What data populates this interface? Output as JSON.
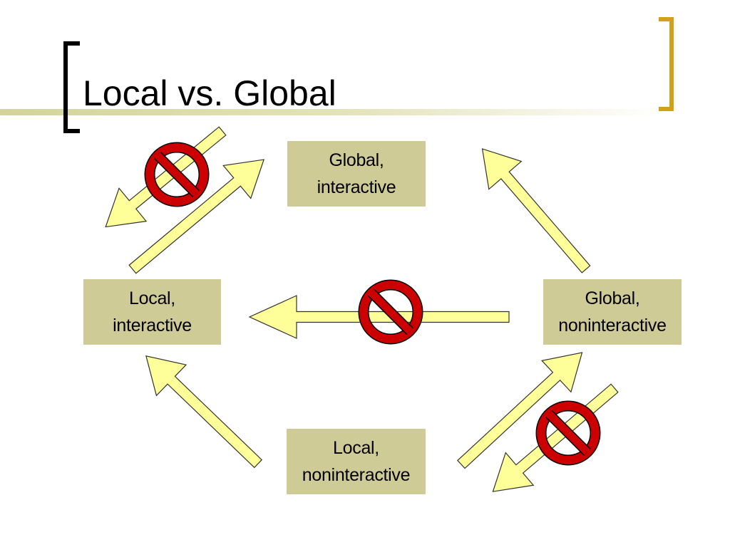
{
  "slide": {
    "title": "Local vs. Global"
  },
  "nodes": {
    "global_interactive": {
      "line1": "Global,",
      "line2": "interactive"
    },
    "local_interactive": {
      "line1": "Local,",
      "line2": "interactive"
    },
    "global_noninteractive": {
      "line1": "Global,",
      "line2": "noninteractive"
    },
    "local_noninteractive": {
      "line1": "Local,",
      "line2": "noninteractive"
    }
  },
  "colors": {
    "arrow_fill": "#ffff99",
    "arrow_stroke": "#333333",
    "node_fill": "#cfcb96",
    "prohibited_red": "#cc0000",
    "accent_line": "#d3d39a",
    "bracket_gold": "#d4a017"
  },
  "icons": {
    "prohibited": "prohibited-icon"
  }
}
